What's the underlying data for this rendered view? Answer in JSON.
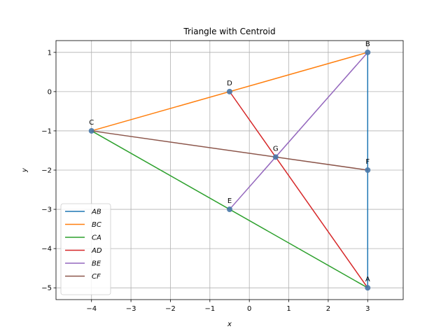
{
  "chart_data": {
    "type": "line",
    "title": "Triangle with Centroid",
    "xlabel": "x",
    "ylabel": "y",
    "xlim": [
      -4.9,
      3.9
    ],
    "ylim": [
      -5.3,
      1.3
    ],
    "xticks": [
      -4,
      -3,
      -2,
      -1,
      0,
      1,
      2,
      3
    ],
    "yticks": [
      -5,
      -4,
      -3,
      -2,
      -1,
      0,
      1
    ],
    "xtick_labels": [
      "−4",
      "−3",
      "−2",
      "−1",
      "0",
      "1",
      "2",
      "3"
    ],
    "ytick_labels": [
      "−5",
      "−4",
      "−3",
      "−2",
      "−1",
      "0",
      "1"
    ],
    "grid": true,
    "legend_position": "lower-left",
    "points": [
      {
        "label": "A",
        "x": 3,
        "y": -5
      },
      {
        "label": "B",
        "x": 3,
        "y": 1
      },
      {
        "label": "C",
        "x": -4,
        "y": -1
      },
      {
        "label": "D",
        "x": -0.5,
        "y": 0
      },
      {
        "label": "E",
        "x": -0.5,
        "y": -3
      },
      {
        "label": "F",
        "x": 3,
        "y": -2
      },
      {
        "label": "G",
        "x": 0.667,
        "y": -1.667
      }
    ],
    "point_color": "#4878a8",
    "series": [
      {
        "name": "AB",
        "color": "#1f77b4",
        "x": [
          3,
          3
        ],
        "y": [
          -5,
          1
        ]
      },
      {
        "name": "BC",
        "color": "#ff7f0e",
        "x": [
          3,
          -4
        ],
        "y": [
          1,
          -1
        ]
      },
      {
        "name": "CA",
        "color": "#2ca02c",
        "x": [
          -4,
          3
        ],
        "y": [
          -1,
          -5
        ]
      },
      {
        "name": "AD",
        "color": "#d62728",
        "x": [
          3,
          -0.5
        ],
        "y": [
          -5,
          0
        ]
      },
      {
        "name": "BE",
        "color": "#9467bd",
        "x": [
          3,
          -0.5
        ],
        "y": [
          1,
          -3
        ]
      },
      {
        "name": "CF",
        "color": "#8c564b",
        "x": [
          -4,
          3
        ],
        "y": [
          -1,
          -2
        ]
      }
    ]
  }
}
